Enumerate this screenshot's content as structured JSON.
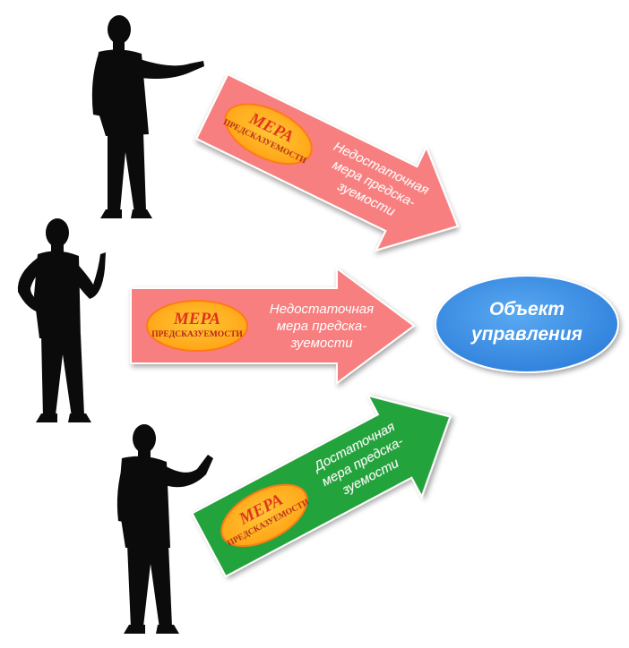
{
  "arrows": [
    {
      "badge_top": "МЕРА",
      "badge_bottom": "ПРЕДСКАЗУЕМОСТИ",
      "line1": "Недостаточная",
      "line2": "мера предска-",
      "line3": "зуемости",
      "color": "#f77f7f"
    },
    {
      "badge_top": "МЕРА",
      "badge_bottom": "ПРЕДСКАЗУЕМОСТИ",
      "line1": "Недостаточная",
      "line2": "мера предска-",
      "line3": "зуемости",
      "color": "#f77f7f"
    },
    {
      "badge_top": "МЕРА",
      "badge_bottom": "ПРЕДСКАЗУЕМОСТИ",
      "line1": "Достаточная",
      "line2": "мера предска-",
      "line3": "зуемости",
      "color": "#22a33b"
    }
  ],
  "target": {
    "line1": "Объект",
    "line2": "управления",
    "color": "#3a8fe8"
  },
  "colors": {
    "badge_fill": "#ffb626",
    "badge_stroke": "#ff7a12",
    "silhouette": "#0b0b0b"
  }
}
